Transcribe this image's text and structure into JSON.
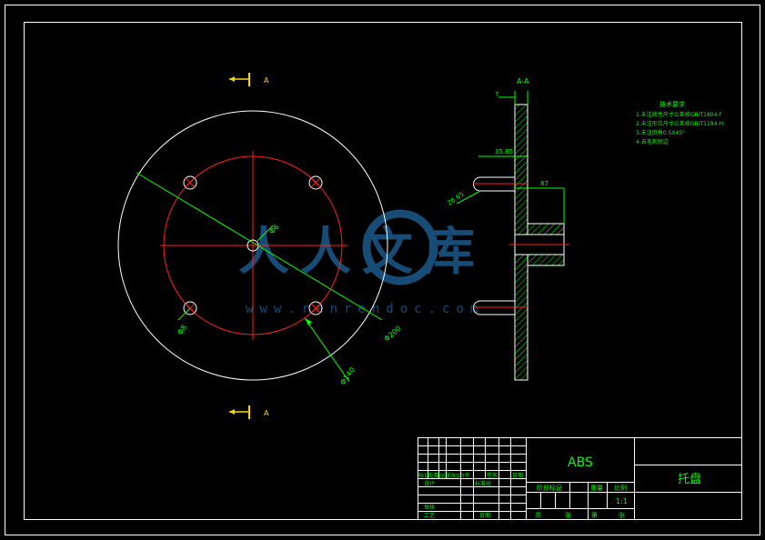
{
  "colors": {
    "background": "#000000",
    "outline": "#ffffff",
    "centerline": "#ff2020",
    "dimension": "#00ff00",
    "hatch": "#00ff00",
    "annotation": "#00ff00",
    "section_marker": "#ffd400",
    "watermark": "#1a5a8a"
  },
  "section_markers": {
    "top_label": "A",
    "bottom_label": "A"
  },
  "front_view": {
    "dim_small_hole": "Φ8",
    "dim_center_hole": "Φ6",
    "dim_outer": "Φ200",
    "dim_bolt_circle": "Φ140"
  },
  "side_view": {
    "section_title": "A-A",
    "dim_thickness": "7",
    "dim_offset": "35.65",
    "dim_hub": "87",
    "dim_pin": "26.65"
  },
  "tech_requirements": {
    "title": "技术要求",
    "lines": [
      "1.未注线性尺寸公差按GB/T1804-f",
      "2.未注形位尺寸公差按GB/T1184-H",
      "3.未注倒角0.5X45°",
      "4.去毛刺锐边"
    ]
  },
  "title_block": {
    "material": "ABS",
    "part_name": "托盘",
    "scale": "1:1",
    "labels": {
      "mark": "标记",
      "count": "处数",
      "zone": "分区",
      "change_doc": "更改文件号",
      "signature": "签名",
      "date": "日期",
      "designer": "设计",
      "standardization": "标准化",
      "checker": "审核",
      "process": "工艺",
      "date2": "日期",
      "stage_mark": "阶段标记",
      "weight": "重量",
      "ratio": "比例",
      "total": "共",
      "sheet": "张",
      "page": "第",
      "page_unit": "张"
    }
  },
  "watermark": {
    "text": "人人文库",
    "url": "www.renrendoc.com"
  }
}
